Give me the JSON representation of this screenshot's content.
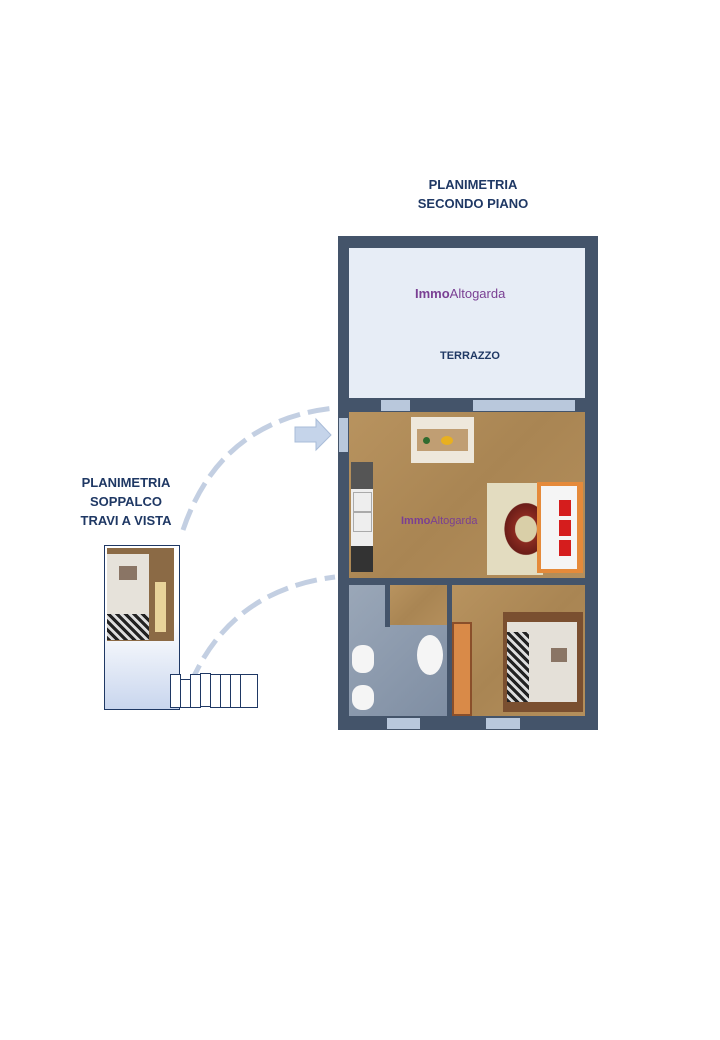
{
  "main_title": {
    "line1": "PLANIMETRIA",
    "line2": "SECONDO PIANO"
  },
  "side_title": {
    "line1": "PLANIMETRIA",
    "line2": "SOPPALCO",
    "line3": "TRAVI A VISTA"
  },
  "rooms": {
    "terrace": "TERRAZZO"
  },
  "watermark": {
    "bold": "Immo",
    "regular": "Altogarda"
  },
  "colors": {
    "wall": "#44546a",
    "label": "#1f3864",
    "watermark": "#7a3f93",
    "terrace": "#e7edf6",
    "bathroom": "#8d9cb0"
  }
}
